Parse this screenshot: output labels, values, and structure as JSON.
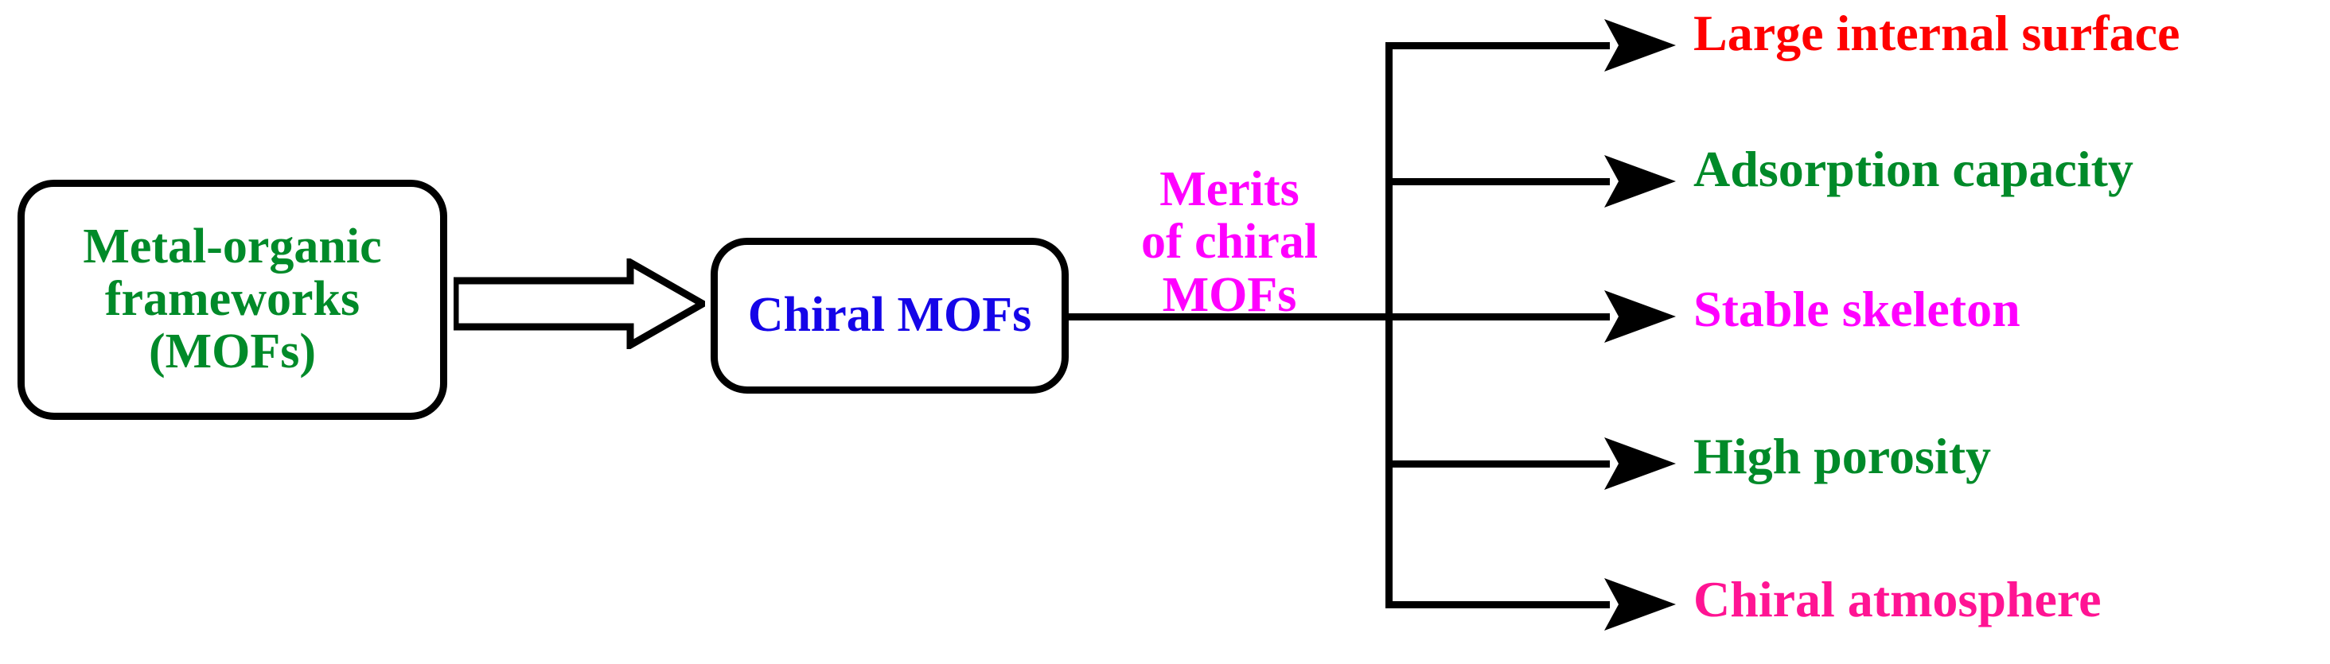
{
  "diagram": {
    "title": "Merits of chiral MOFs flow diagram",
    "colors": {
      "green": "#008A29",
      "blue": "#1505E8",
      "magenta": "#FF00FF",
      "red": "#FF0000",
      "deep_pink": "#FF1493",
      "line": "#000000",
      "background": "#FFFFFF"
    },
    "nodes": {
      "source": {
        "label": "Metal-organic\nframeworks\n(MOFs)",
        "color": "#008A29",
        "shape": "rounded-rectangle"
      },
      "target": {
        "label": "Chiral MOFs",
        "color": "#1505E8",
        "shape": "rounded-rectangle"
      }
    },
    "connector": {
      "label": "Merits\nof chiral\nMOFs",
      "color": "#FF00FF",
      "arrow_style": "hollow-block-arrow"
    },
    "branches": [
      {
        "label": "Large internal surface",
        "color": "#FF0000",
        "arrow": "arrow-right-icon"
      },
      {
        "label": "Adsorption capacity",
        "color": "#008A29",
        "arrow": "arrow-right-icon"
      },
      {
        "label": "Stable skeleton",
        "color": "#FF00FF",
        "arrow": "arrow-right-icon"
      },
      {
        "label": "High porosity",
        "color": "#008A29",
        "arrow": "arrow-right-icon"
      },
      {
        "label": "Chiral atmosphere",
        "color": "#FF1493",
        "arrow": "arrow-right-icon"
      }
    ]
  }
}
